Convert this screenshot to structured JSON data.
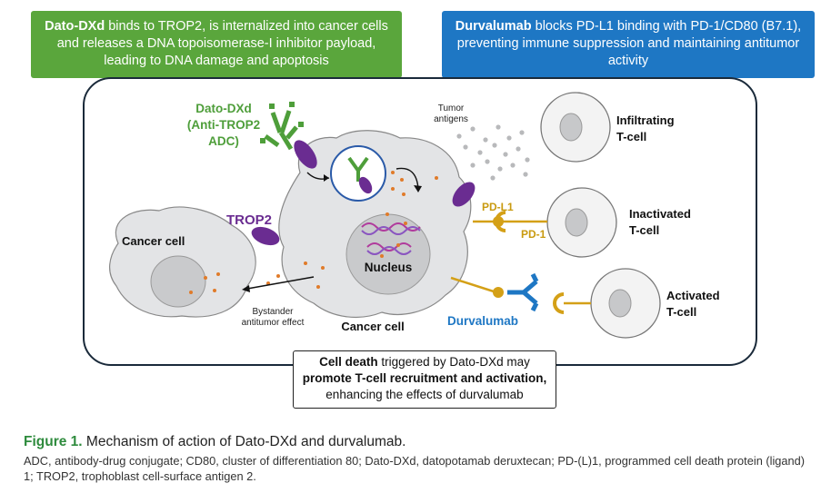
{
  "banners": {
    "left": {
      "bold": "Dato-DXd",
      "text": " binds to TROP2, is internalized into cancer cells and releases a DNA topoisomerase-I inhibitor payload, leading to DNA damage and apoptosis",
      "color": "#5aa63c"
    },
    "right": {
      "bold": "Durvalumab",
      "text": " blocks PD-L1 binding with PD-1/CD80 (B7.1), preventing immune suppression and maintaining antitumor activity",
      "color": "#1e77c4"
    }
  },
  "labels": {
    "adc_line1": "Dato-DXd",
    "adc_line2": "(Anti-TROP2",
    "adc_line3": "ADC)",
    "trop2": "TROP2",
    "tumor_antigens_1": "Tumor",
    "tumor_antigens_2": "antigens",
    "nucleus": "Nucleus",
    "cancer_cell_left": "Cancer cell",
    "cancer_cell_main": "Cancer cell",
    "bystander_1": "Bystander",
    "bystander_2": "antitumor effect",
    "pdl1": "PD-L1",
    "pd1": "PD-1",
    "durvalumab": "Durvalumab",
    "tcell_infiltrating_1": "Infiltrating",
    "tcell_infiltrating_2": "T-cell",
    "tcell_inactivated_1": "Inactivated",
    "tcell_inactivated_2": "T-cell",
    "tcell_activated_1": "Activated",
    "tcell_activated_2": "T-cell"
  },
  "callout": {
    "bold1": "Cell death",
    "text1": " triggered by Dato-DXd may",
    "bold2": "promote T-cell recruitment and activation,",
    "text2": "enhancing the effects of durvalumab"
  },
  "caption": {
    "figure_label": "Figure 1.",
    "title": " Mechanism of action of Dato-DXd and durvalumab.",
    "note": "ADC, antibody-drug conjugate; CD80, cluster of differentiation 80; Dato-DXd, datopotamab deruxtecan; PD-(L)1, programmed cell death protein (ligand) 1; TROP2, trophoblast cell-surface antigen 2."
  },
  "colors": {
    "green": "#5aa63c",
    "blue": "#1e77c4",
    "purple": "#6a2c91",
    "gold": "#d4a017",
    "payload": "#e07b2a"
  }
}
